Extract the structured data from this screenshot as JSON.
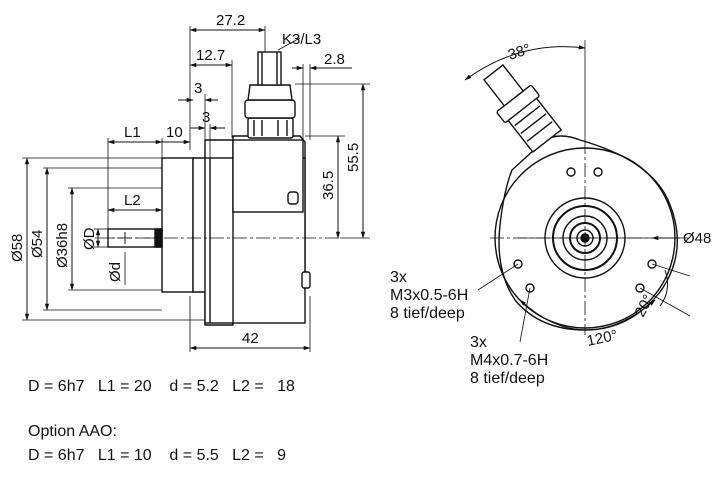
{
  "side_view": {
    "dim_27_2": "27.2",
    "cable": "K3/L3",
    "dim_12_7": "12.7",
    "dim_2_8": "2.8",
    "dim_3_top": "3",
    "dim_3_bottom": "3",
    "L1": "L1",
    "dim_10": "10",
    "dim_55_5": "55.5",
    "dim_36_5": "36.5",
    "L2": "L2",
    "d58": "Ø58",
    "d54": "Ø54",
    "d36h8": "Ø36h8",
    "dD": "ØD",
    "dd": "Ød",
    "dim_42": "42"
  },
  "front_view": {
    "angle_38": "38°",
    "d48": "Ø48",
    "m3_count": "3x",
    "m3_thread": "M3x0.5-6H",
    "m3_depth": "8 tief/deep",
    "m4_count": "3x",
    "m4_thread": "M4x0.7-6H",
    "m4_depth": "8 tief/deep",
    "angle_120": "120°",
    "angle_20": "20°"
  },
  "specs": {
    "line1": "D = 6h7   L1 = 20    d = 5.2   L2 =   18",
    "option_label": "Option AAO:",
    "line2": "D = 6h7   L1 = 10    d = 5.5   L2 =   9"
  }
}
